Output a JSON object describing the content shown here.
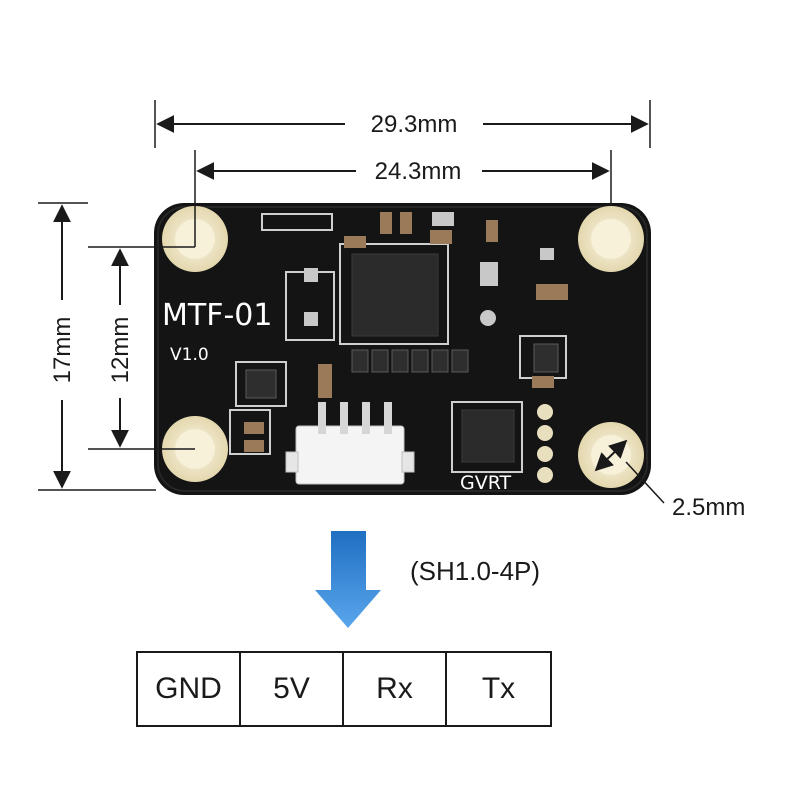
{
  "board": {
    "model": "MTF-01",
    "version": "V1.0",
    "maker": "GVRT"
  },
  "dimensions": {
    "overall_width": "29.3mm",
    "hole_spacing_width": "24.3mm",
    "overall_height": "17mm",
    "hole_spacing_height": "12mm",
    "hole_diameter": "2.5mm"
  },
  "connector": {
    "type": "(SH1.0-4P)",
    "pins": [
      "GND",
      "5V",
      "Rx",
      "Tx"
    ]
  },
  "colors": {
    "pcb": "#141414",
    "pad": "#efe7c8",
    "arrow": "#3d8ed8",
    "line": "#1a1a1a"
  }
}
